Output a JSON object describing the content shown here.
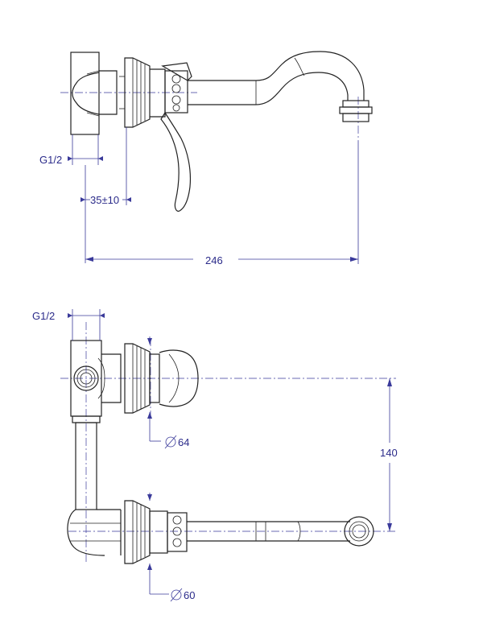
{
  "side_view": {
    "thread_label": "G1/2",
    "depth_label": "35±10",
    "length_label": "246"
  },
  "top_view": {
    "thread_label": "G1/2",
    "diameter_upper_label": "64",
    "height_label": "140",
    "diameter_lower_label": "60"
  }
}
